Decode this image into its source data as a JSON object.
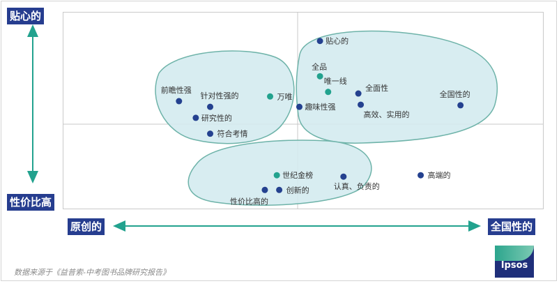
{
  "chart_data": {
    "type": "scatter",
    "title": "",
    "x_axis": {
      "left_label": "原创的",
      "right_label": "全国性的"
    },
    "y_axis": {
      "top_label": "贴心的",
      "bottom_label": "性价比高"
    },
    "xlim": [
      0,
      100
    ],
    "ylim": [
      0,
      100
    ],
    "grid": false,
    "quadrant_lines": {
      "x": 48.8,
      "y": 42
    },
    "colors": {
      "navy": "#24418f",
      "teal": "#22a28e",
      "axis_box": "#263d8f",
      "cluster_fill": "#d4ebef",
      "cluster_stroke": "#6eb3a9"
    },
    "points": [
      {
        "label": "贴心的",
        "x": 53.5,
        "y": 85.5,
        "color": "navy"
      },
      {
        "label": "全品",
        "x": 53.5,
        "y": 67.5,
        "color": "teal"
      },
      {
        "label": "唯一线",
        "x": 55.2,
        "y": 59.5,
        "color": "teal"
      },
      {
        "label": "全面性",
        "x": 61.5,
        "y": 58.7,
        "color": "navy"
      },
      {
        "label": "全国性的",
        "x": 82.8,
        "y": 52.7,
        "color": "navy"
      },
      {
        "label": "高效、实用的",
        "x": 62.0,
        "y": 53.0,
        "color": "navy"
      },
      {
        "label": "趣味性强",
        "x": 49.2,
        "y": 51.9,
        "color": "navy"
      },
      {
        "label": "万唯",
        "x": 43.1,
        "y": 57.2,
        "color": "teal"
      },
      {
        "label": "前瞻性强",
        "x": 24.1,
        "y": 54.8,
        "color": "navy"
      },
      {
        "label": "针对性强的",
        "x": 30.6,
        "y": 51.9,
        "color": "navy"
      },
      {
        "label": "研究性的",
        "x": 27.6,
        "y": 46.3,
        "color": "navy"
      },
      {
        "label": "符合考情",
        "x": 30.6,
        "y": 38.2,
        "color": "navy"
      },
      {
        "label": "世纪金榜",
        "x": 44.5,
        "y": 17.0,
        "color": "teal"
      },
      {
        "label": "认真、负责的",
        "x": 58.4,
        "y": 16.3,
        "color": "navy"
      },
      {
        "label": "高端的",
        "x": 74.5,
        "y": 17.0,
        "color": "navy"
      },
      {
        "label": "性价比高的",
        "x": 42.0,
        "y": 9.5,
        "color": "navy"
      },
      {
        "label": "创新的",
        "x": 45.0,
        "y": 9.5,
        "color": "navy"
      }
    ]
  },
  "source_note": "数据来源于《益普索-中考图书品牌研究报告》",
  "logo_text": "Ipsos"
}
